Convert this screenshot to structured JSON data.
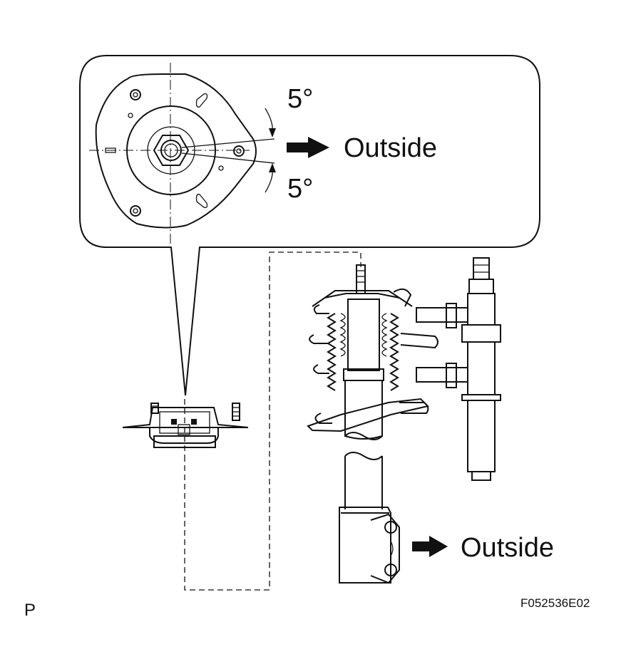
{
  "callout": {
    "angle_upper": "5°",
    "angle_lower": "5°",
    "direction_label": "Outside"
  },
  "strut": {
    "direction_label": "Outside"
  },
  "footer": {
    "left_mark": "P",
    "figure_id": "F052536E02"
  }
}
